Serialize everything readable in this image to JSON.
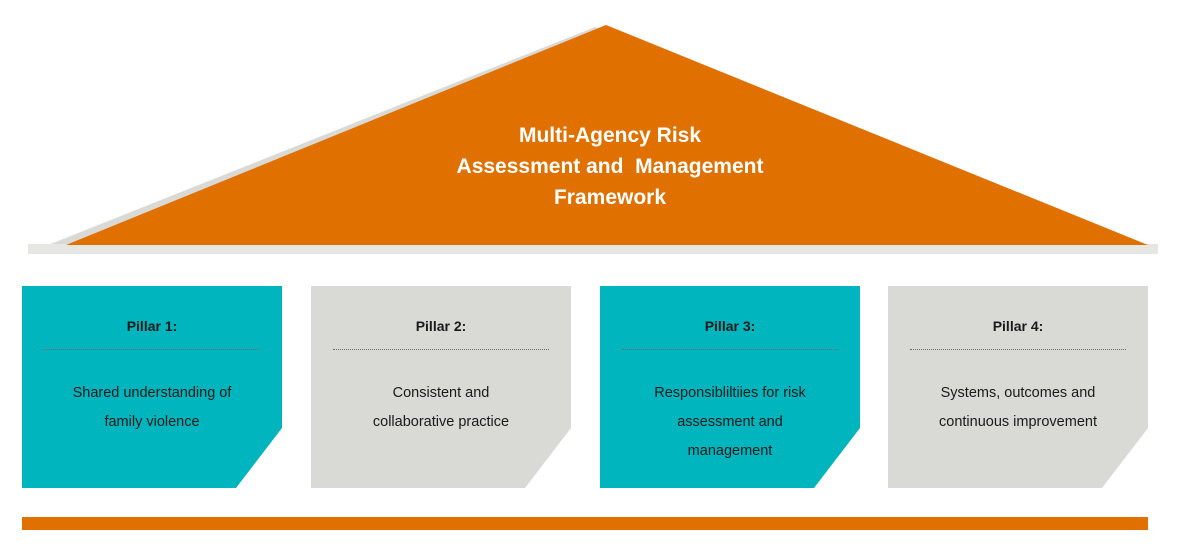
{
  "roof": {
    "title_lines": [
      "Multi-Agency Risk",
      "Assessment and  Management",
      "Framework"
    ],
    "color": "#e07000",
    "shadow_color": "#d9d9d6"
  },
  "pillars": [
    {
      "label": "Pillar 1:",
      "lines": [
        "Shared understanding of",
        "family violence"
      ],
      "color": "#00b5bd"
    },
    {
      "label": "Pillar 2:",
      "lines": [
        "Consistent and",
        "collaborative practice"
      ],
      "color": "#d9d9d6"
    },
    {
      "label": "Pillar 3:",
      "lines": [
        "Responsibliltiies for risk",
        "assessment and",
        "management"
      ],
      "color": "#00b5bd"
    },
    {
      "label": "Pillar 4:",
      "lines": [
        "Systems, outcomes and",
        "continuous improvement"
      ],
      "color": "#d9d9d6"
    }
  ],
  "base": {
    "color": "#e07000"
  }
}
